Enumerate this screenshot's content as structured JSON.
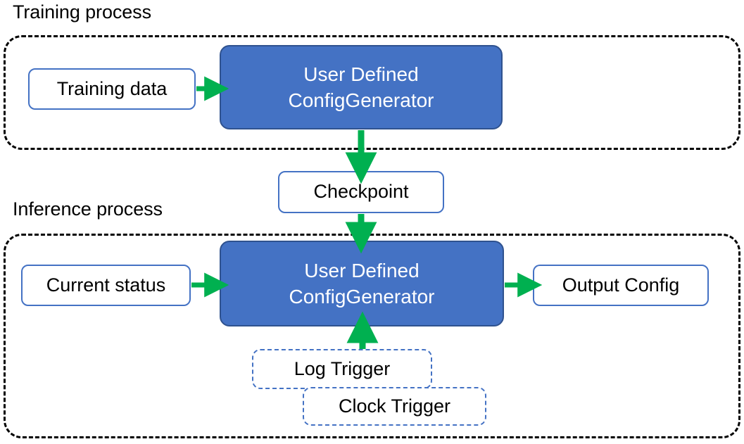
{
  "diagram": {
    "title_sections": [
      {
        "id": "training",
        "label": "Training process"
      },
      {
        "id": "inference",
        "label": "Inference process"
      }
    ],
    "nodes": {
      "training_data": {
        "label": "Training data"
      },
      "generator_training": {
        "line1": "User Defined",
        "line2": "ConfigGenerator"
      },
      "checkpoint": {
        "label": "Checkpoint"
      },
      "current_status": {
        "label": "Current status"
      },
      "generator_inference": {
        "line1": "User Defined",
        "line2": "ConfigGenerator"
      },
      "output_config": {
        "label": "Output Config"
      },
      "log_trigger": {
        "label": "Log Trigger"
      },
      "clock_trigger": {
        "label": "Clock Trigger"
      }
    },
    "edges": [
      {
        "from": "training_data",
        "to": "generator_training",
        "direction": "right"
      },
      {
        "from": "generator_training",
        "to": "checkpoint",
        "direction": "down"
      },
      {
        "from": "checkpoint",
        "to": "generator_inference",
        "direction": "down"
      },
      {
        "from": "current_status",
        "to": "generator_inference",
        "direction": "right"
      },
      {
        "from": "generator_inference",
        "to": "output_config",
        "direction": "right"
      },
      {
        "from": "log_trigger",
        "to": "generator_inference",
        "direction": "up"
      }
    ],
    "colors": {
      "process_fill": "#4472C4",
      "process_stroke": "#2F528F",
      "node_stroke": "#4472C4",
      "arrow": "#00B050",
      "container_stroke": "#000000",
      "text_dark": "#000000",
      "text_light": "#FFFFFF",
      "background": "#FFFFFF"
    }
  }
}
